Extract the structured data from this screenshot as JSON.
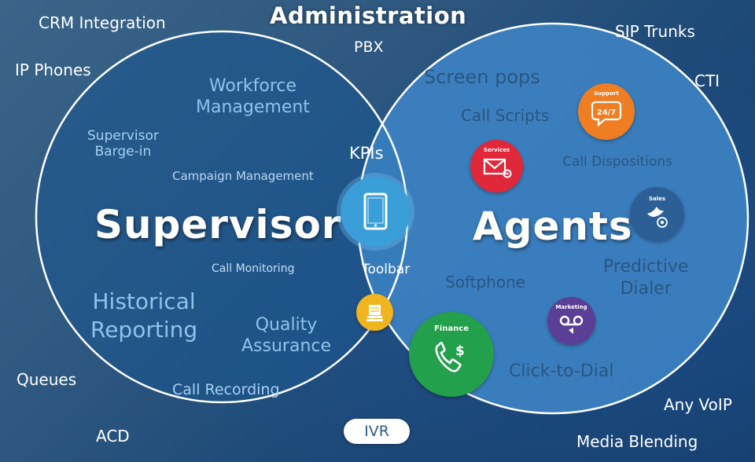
{
  "title": "Administration",
  "outer_labels": {
    "crm": "CRM Integration",
    "ip_phones": "IP Phones",
    "pbx": "PBX",
    "sip_trunks": "SIP Trunks",
    "cti": "CTI",
    "queues": "Queues",
    "acd": "ACD",
    "any_voip": "Any VoIP",
    "media_blending": "Media Blending",
    "ivr": "IVR"
  },
  "supervisor": {
    "title": "Supervisor",
    "workforce_line1": "Workforce",
    "workforce_line2": "Management",
    "barge_line1": "Supervisor",
    "barge_line2": "Barge-in",
    "campaign": "Campaign Management",
    "call_monitoring": "Call Monitoring",
    "historical_line1": "Historical",
    "historical_line2": "Reporting",
    "quality_line1": "Quality",
    "quality_line2": "Assurance",
    "call_recording": "Call Recording"
  },
  "agents": {
    "title": "Agents",
    "screen_pops": "Screen pops",
    "call_scripts": "Call Scripts",
    "call_dispositions": "Call Dispositions",
    "predictive_line1": "Predictive",
    "predictive_line2": "Dialer",
    "softphone": "Softphone",
    "click_to_dial": "Click-to-Dial"
  },
  "overlap": {
    "kpis": "KPIs",
    "toolbar": "Toolbar"
  },
  "badges": {
    "support": {
      "caption": "Support",
      "glyph": "24/7",
      "icon": "chat-bubble-24-7-icon",
      "color": "#ef7d22"
    },
    "services": {
      "caption": "Services",
      "icon": "envelope-gear-icon",
      "color": "#e0283a"
    },
    "sales": {
      "caption": "Sales",
      "icon": "bird-target-icon",
      "color": "#2d5f97"
    },
    "marketing": {
      "caption": "Marketing",
      "icon": "voicemail-icon",
      "color": "#5b3e95"
    },
    "finance": {
      "caption": "Finance",
      "glyph": "$",
      "icon": "phone-dollar-icon",
      "color": "#23a04c"
    },
    "tablet": {
      "icon": "tablet-icon",
      "color": "#3a9ed8"
    },
    "toolbar_icon": {
      "icon": "toolbar-icon",
      "color": "#f0b51e"
    }
  }
}
